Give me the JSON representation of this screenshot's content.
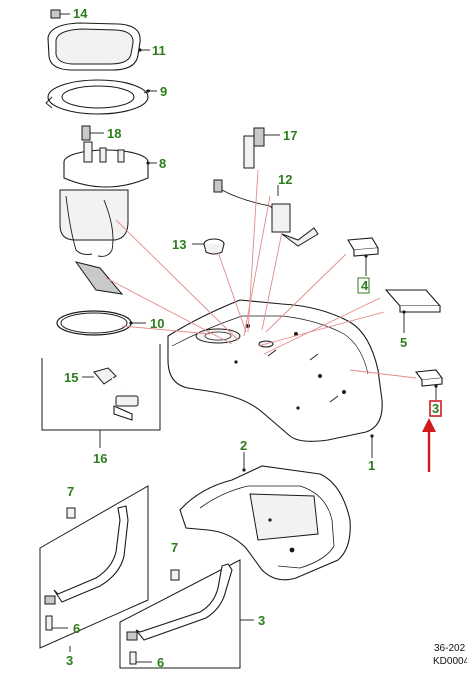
{
  "callouts": {
    "c14": "14",
    "c11": "11",
    "c9": "9",
    "c18": "18",
    "c8": "8",
    "c17": "17",
    "c12": "12",
    "c13": "13",
    "c4": "4",
    "c5": "5",
    "c10": "10",
    "c15": "15",
    "c16": "16",
    "c3_highlight": "3",
    "c1": "1",
    "c2": "2",
    "c7_left": "7",
    "c6_left": "6",
    "c3_left": "3",
    "c7_right": "7",
    "c3_right": "3",
    "c6_right": "6"
  },
  "footer": {
    "line1": "36-202",
    "line2": "KD0004"
  },
  "colors": {
    "callout_text": "#2e7d1e",
    "highlight_box": "#cc1f1f",
    "arrow": "#d11a1a",
    "leader_red": "#e58a8a"
  }
}
